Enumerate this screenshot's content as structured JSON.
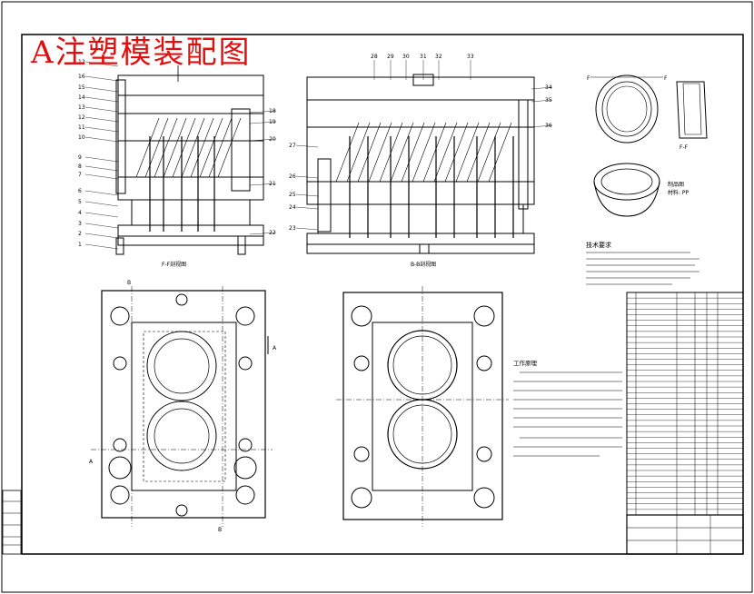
{
  "title": "A注塑模装配图",
  "left_balloons": [
    "12",
    "16",
    "15",
    "14",
    "13",
    "12",
    "11",
    "10",
    "9",
    "8",
    "7",
    "6",
    "5",
    "4",
    "3",
    "2",
    "1"
  ],
  "left_right_balloons": [
    "18",
    "19",
    "20",
    "21",
    "22"
  ],
  "mid_top_balloons": [
    "28",
    "29",
    "30",
    "31",
    "32",
    "33"
  ],
  "mid_left_balloons": [
    "27",
    "26",
    "25",
    "24",
    "23"
  ],
  "mid_right_balloons": [
    "34",
    "35",
    "36"
  ],
  "section_labels": [
    "F",
    "F"
  ],
  "view_marks": [
    "A",
    "A",
    "B",
    "B"
  ],
  "tech_heading": "技术要求",
  "spec_heading": "工作原理",
  "part_label": "制品图",
  "bom_rows": 40
}
